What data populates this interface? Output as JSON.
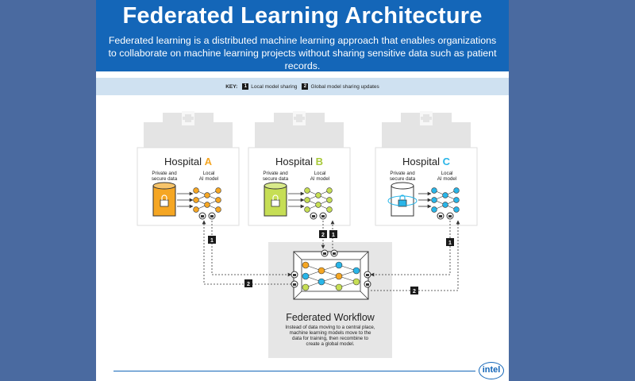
{
  "header": {
    "title": "Federated Learning Architecture",
    "subtitle": "Federated learning is a distributed machine learning approach that enables organizations to collaborate on machine learning projects without sharing sensitive data such as patient records."
  },
  "key": {
    "label": "KEY:",
    "items": [
      {
        "num": "1",
        "text": "Local model sharing"
      },
      {
        "num": "2",
        "text": "Global model sharing updates"
      }
    ]
  },
  "hospitals": [
    {
      "prefix": "Hospital ",
      "letter": "A",
      "color": "#f5a623",
      "data_label": [
        "Private and",
        "secure data"
      ],
      "model_label": [
        "Local",
        "AI model"
      ]
    },
    {
      "prefix": "Hospital ",
      "letter": "B",
      "color": "#a8c93a",
      "data_label": [
        "Private and",
        "secure data"
      ],
      "model_label": [
        "Local",
        "AI model"
      ]
    },
    {
      "prefix": "Hospital ",
      "letter": "C",
      "color": "#29b5e8",
      "data_label": [
        "Private and",
        "secure data"
      ],
      "model_label": [
        "Local",
        "AI model"
      ]
    }
  ],
  "federated": {
    "title": "Federated Workflow",
    "description": [
      "Instead of data moving to a central place,",
      "machine learning models move to the",
      "data for training, then recombine to",
      "create a global model."
    ]
  },
  "flow_labels": {
    "one": "1",
    "two": "2"
  },
  "colors": {
    "header_bg": "#1466b8",
    "key_bg": "#cfe1f1",
    "page_bg": "#4a6aa0",
    "workflow_bg": "#e6e6e6"
  },
  "logo_text": "intel"
}
